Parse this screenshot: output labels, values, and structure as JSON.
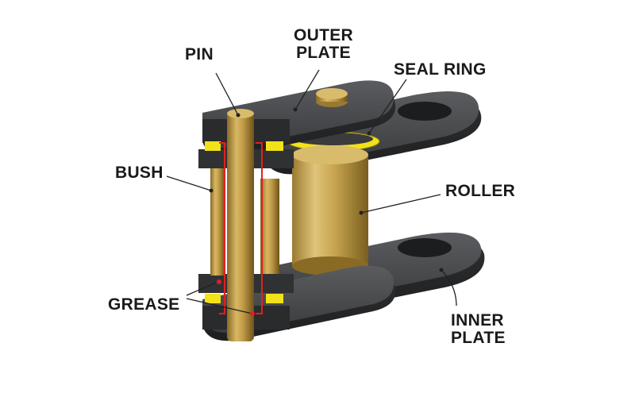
{
  "labels": {
    "pin": "PIN",
    "outer_plate_line1": "OUTER",
    "outer_plate_line2": "PLATE",
    "seal_ring": "SEAL RING",
    "bush": "BUSH",
    "roller": "ROLLER",
    "grease": "GREASE",
    "inner_plate_line1": "INNER",
    "inner_plate_line2": "PLATE"
  },
  "colors": {
    "plate": "#3a3b3d",
    "plate_dark": "#232425",
    "plate_light": "#55575a",
    "brass": "#b8923c",
    "brass_light": "#d9bb6c",
    "brass_dark": "#7d6224",
    "seal": "#f2e21a",
    "grease_line": "#e02020",
    "leader": "#222222"
  }
}
